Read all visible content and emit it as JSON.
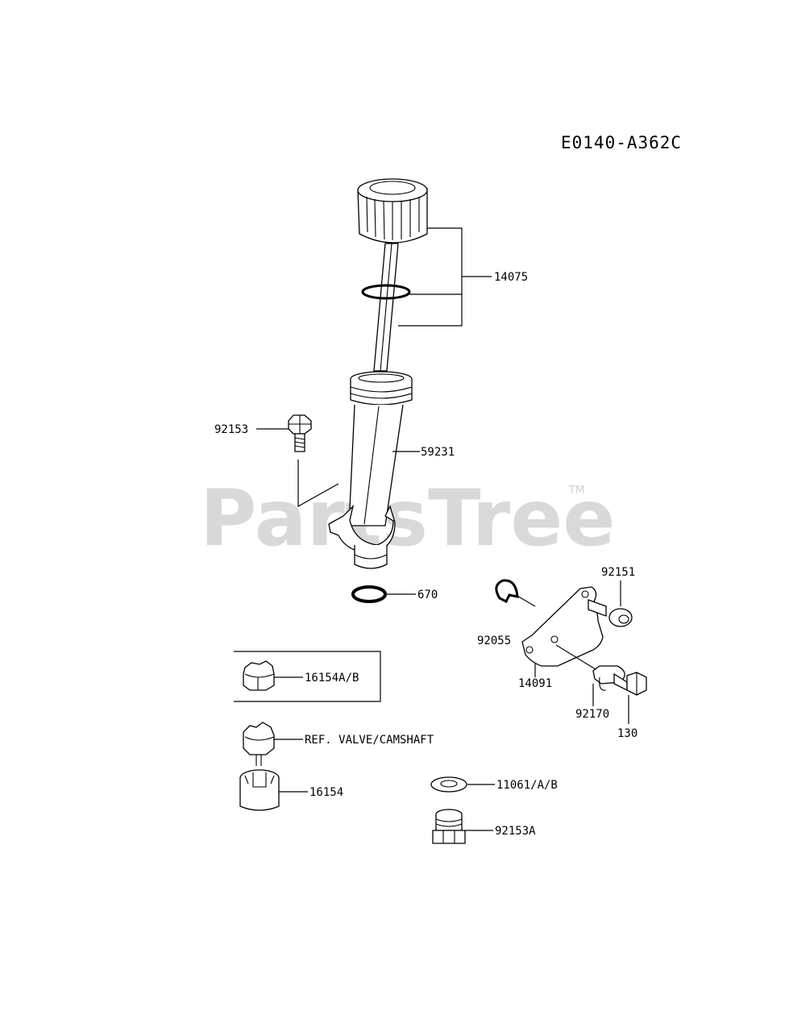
{
  "diagram_code": "E0140-A362C",
  "watermark": {
    "text": "PartsTree",
    "mark": "TM"
  },
  "parts": [
    {
      "id": "14075",
      "label": "14075"
    },
    {
      "id": "92153",
      "label": "92153"
    },
    {
      "id": "59231",
      "label": "59231"
    },
    {
      "id": "670",
      "label": "670"
    },
    {
      "id": "92151",
      "label": "92151"
    },
    {
      "id": "92055",
      "label": "92055"
    },
    {
      "id": "14091",
      "label": "14091"
    },
    {
      "id": "92170",
      "label": "92170"
    },
    {
      "id": "130",
      "label": "130"
    },
    {
      "id": "16154A-B",
      "label": "16154A/B"
    },
    {
      "id": "ref-valve-camshaft",
      "label": "REF. VALVE/CAMSHAFT"
    },
    {
      "id": "16154",
      "label": "16154"
    },
    {
      "id": "11061-A-B",
      "label": "11061/A/B"
    },
    {
      "id": "92153A",
      "label": "92153A"
    }
  ]
}
